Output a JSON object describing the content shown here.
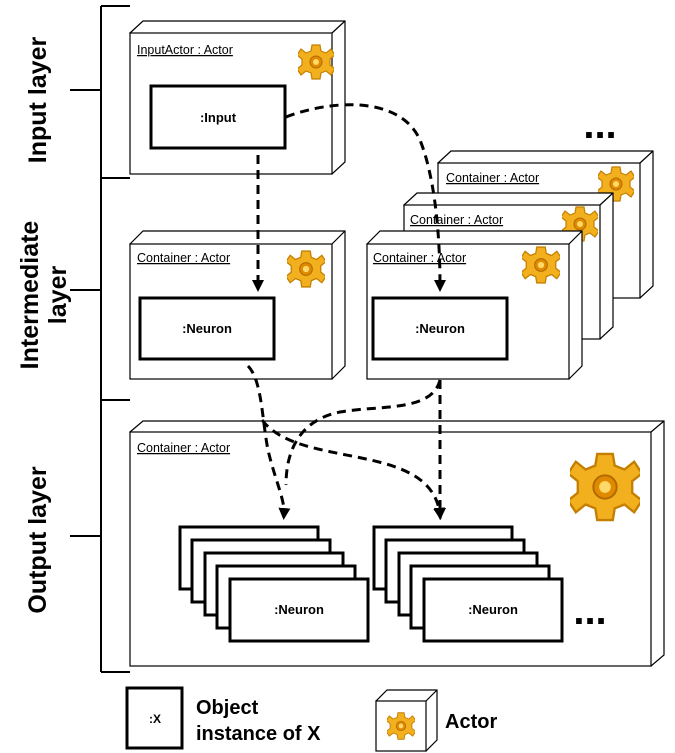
{
  "layers": {
    "input": "Input layer",
    "intermediate_line1": "Intermediate",
    "intermediate_line2": "layer",
    "output": "Output layer"
  },
  "nodes": {
    "input_actor": "InputActor : Actor",
    "container": "Container : Actor",
    "output_container": "Container : Actor"
  },
  "objects": {
    "input": ":Input",
    "neuron": ":Neuron"
  },
  "ellipsis": "...",
  "legend": {
    "object_symbol": ":X",
    "object_line1": "Object",
    "object_line2": "instance of X",
    "actor": "Actor"
  },
  "colors": {
    "gear_fill": "#f2b01e",
    "gear_stroke": "#c47f00",
    "gear_hub": "#e08a00"
  },
  "icons": {
    "actor": "gear-icon",
    "connection": "dashed-arrow"
  }
}
